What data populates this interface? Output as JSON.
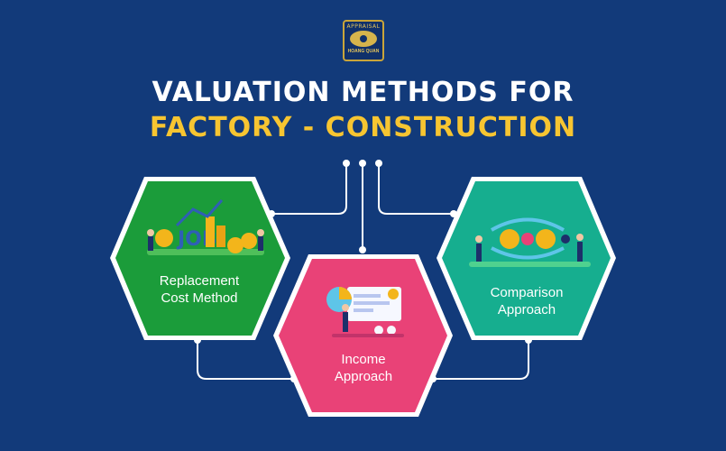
{
  "logo": {
    "top_text": "APPRAISAL",
    "bottom_text": "HOANG QUAN"
  },
  "title": {
    "line1": "VALUATION METHODS FOR",
    "line2": "FACTORY - CONSTRUCTION"
  },
  "colors": {
    "background": "#123a7a",
    "title_accent": "#f7c531",
    "hex_green": "#1b9c3a",
    "hex_pink": "#e94277",
    "hex_teal": "#16ae8f",
    "connector": "#ffffff"
  },
  "methods": [
    {
      "line1": "Replacement",
      "line2": "Cost Method",
      "illustration": "job-coins-people-illustration"
    },
    {
      "line1": "Income",
      "line2": "Approach",
      "illustration": "analytics-dashboard-illustration"
    },
    {
      "line1": "Comparison",
      "line2": "Approach",
      "illustration": "currency-exchange-illustration"
    }
  ]
}
